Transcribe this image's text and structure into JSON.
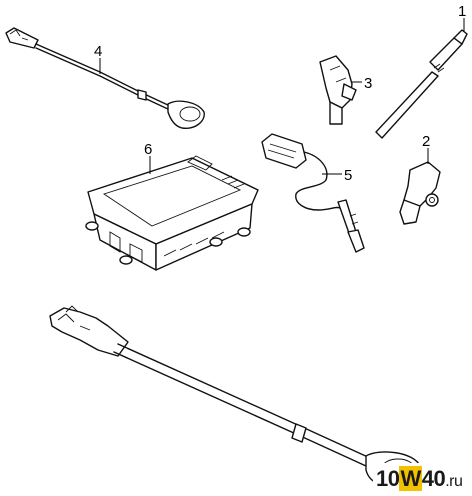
{
  "diagram": {
    "callouts": [
      {
        "id": "1",
        "label": "1"
      },
      {
        "id": "2",
        "label": "2"
      },
      {
        "id": "3",
        "label": "3"
      },
      {
        "id": "4",
        "label": "4"
      },
      {
        "id": "5",
        "label": "5"
      },
      {
        "id": "6",
        "label": "6"
      }
    ]
  },
  "watermark": {
    "prefix": "10",
    "highlight": "W",
    "middle": "40",
    "suffix": ".ru",
    "highlight_color": "#f2c200"
  }
}
